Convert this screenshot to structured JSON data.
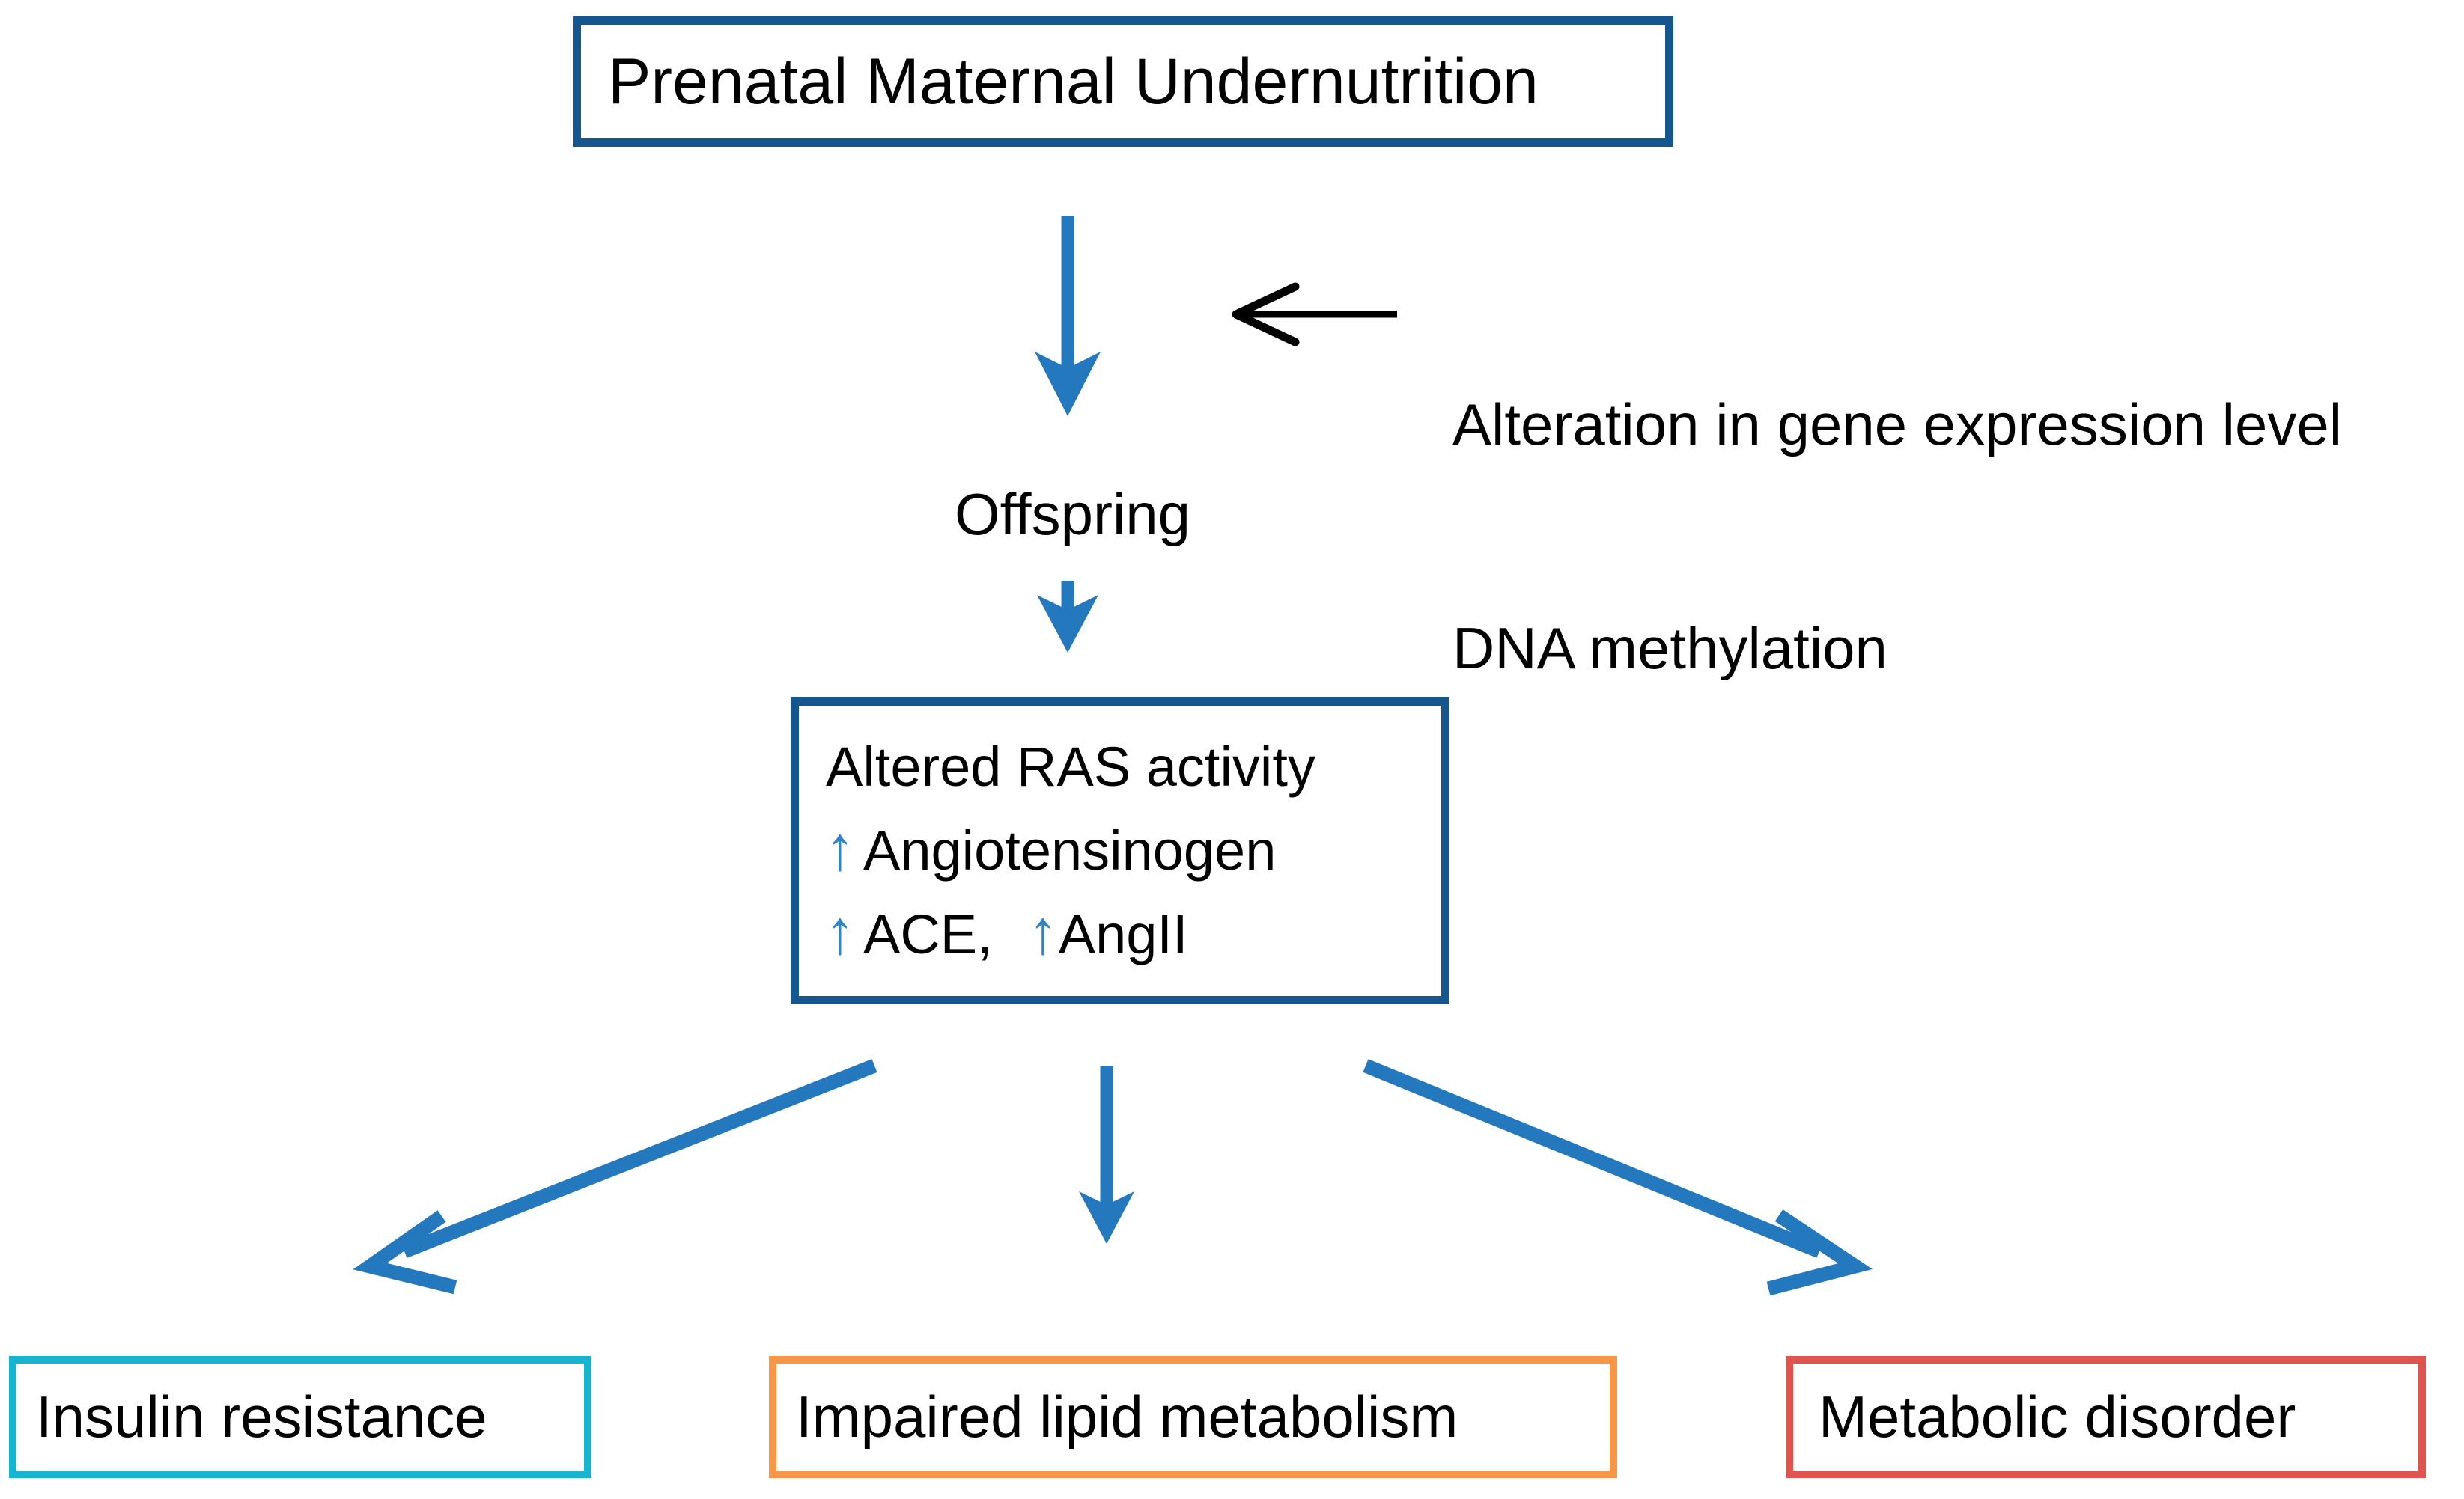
{
  "diagram": {
    "title_node": {
      "label": "Prenatal Maternal Undernutrition",
      "border_color": "#15568F"
    },
    "epigenetic_note": {
      "line1": "Alteration in gene expression level",
      "line2": "DNA methylation",
      "arrow_color": "#000000"
    },
    "offspring_label": "Offspring",
    "ras_node": {
      "border_color": "#15568F",
      "heading": "Altered RAS activity",
      "up_arrow_glyph": "↑",
      "up_arrow_color": "#2E84C6",
      "items": [
        {
          "arrow": "↑",
          "text": "Angiotensinogen"
        },
        {
          "arrow": "↑",
          "text": "ACE,",
          "arrow2": "↑",
          "text2": "AngII"
        }
      ]
    },
    "outcomes": [
      {
        "label": "Insulin resistance",
        "border_color": "#17B4CF"
      },
      {
        "label": "Impaired lipid metabolism",
        "border_color": "#F79646"
      },
      {
        "label": "Metabolic disorder",
        "border_color": "#E0544F"
      }
    ],
    "flow_arrow_color": "#2378BE",
    "edges": [
      {
        "from": "Prenatal Maternal Undernutrition",
        "to": "Offspring"
      },
      {
        "from": "Alteration in gene expression level / DNA methylation",
        "to": "Prenatal-to-Offspring pathway"
      },
      {
        "from": "Offspring",
        "to": "Altered RAS activity"
      },
      {
        "from": "Altered RAS activity",
        "to": "Insulin resistance"
      },
      {
        "from": "Altered RAS activity",
        "to": "Impaired lipid metabolism"
      },
      {
        "from": "Altered RAS activity",
        "to": "Metabolic disorder"
      }
    ]
  }
}
